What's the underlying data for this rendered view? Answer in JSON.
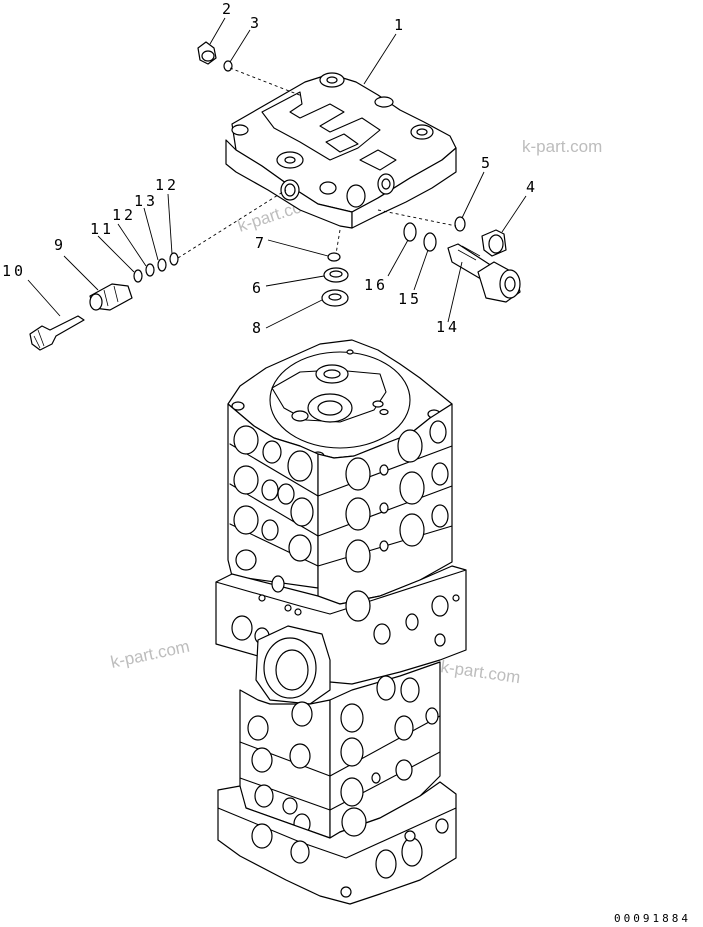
{
  "callouts": [
    "1",
    "2",
    "3",
    "4",
    "5",
    "6",
    "7",
    "8",
    "9",
    "10",
    "11",
    "12",
    "12",
    "13",
    "14",
    "15",
    "16"
  ],
  "watermarks": [
    "k-part.com",
    "k-part.com",
    "k-part.com",
    "k-part.com"
  ],
  "drawing_code": "00091884"
}
